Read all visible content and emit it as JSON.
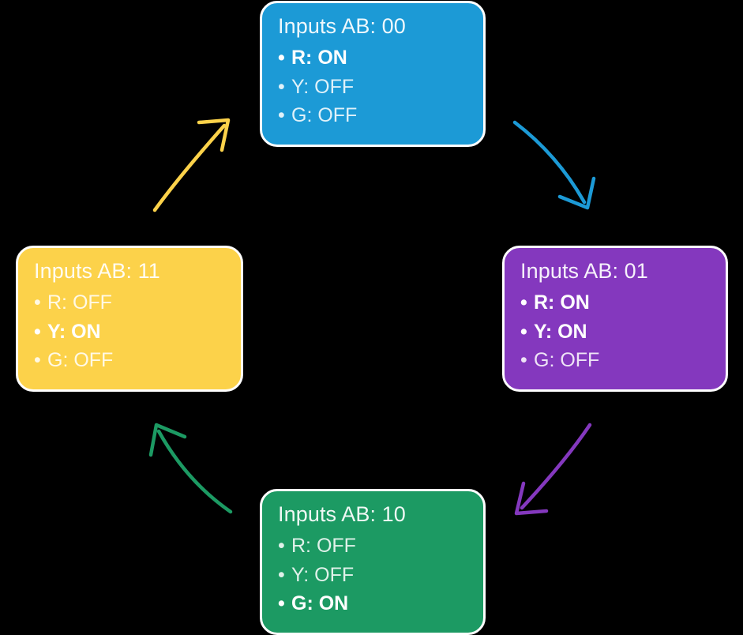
{
  "diagram": {
    "type": "state-transition-cycle",
    "background_color": "#000000",
    "border_color": "#ffffff",
    "states": [
      {
        "id": "state-00",
        "position": "top",
        "title": "Inputs AB: 00",
        "color": "#1c9ad6",
        "signals": [
          {
            "label": "R: ON",
            "name": "R",
            "value": "ON",
            "active": true
          },
          {
            "label": "Y: OFF",
            "name": "Y",
            "value": "OFF",
            "active": false
          },
          {
            "label": "G: OFF",
            "name": "G",
            "value": "OFF",
            "active": false
          }
        ]
      },
      {
        "id": "state-01",
        "position": "right",
        "title": "Inputs AB: 01",
        "color": "#8438be",
        "signals": [
          {
            "label": "R: ON",
            "name": "R",
            "value": "ON",
            "active": true
          },
          {
            "label": "Y: ON",
            "name": "Y",
            "value": "ON",
            "active": true
          },
          {
            "label": "G: OFF",
            "name": "G",
            "value": "OFF",
            "active": false
          }
        ]
      },
      {
        "id": "state-10",
        "position": "bottom",
        "title": "Inputs AB: 10",
        "color": "#1c9a63",
        "signals": [
          {
            "label": "R: OFF",
            "name": "R",
            "value": "OFF",
            "active": false
          },
          {
            "label": "Y: OFF",
            "name": "Y",
            "value": "OFF",
            "active": false
          },
          {
            "label": "G: ON",
            "name": "G",
            "value": "ON",
            "active": true
          }
        ]
      },
      {
        "id": "state-11",
        "position": "left",
        "title": "Inputs AB: 11",
        "color": "#fcd24a",
        "signals": [
          {
            "label": "R: OFF",
            "name": "R",
            "value": "OFF",
            "active": false
          },
          {
            "label": "Y: ON",
            "name": "Y",
            "value": "ON",
            "active": true
          },
          {
            "label": "G: OFF",
            "name": "G",
            "value": "OFF",
            "active": false
          }
        ]
      }
    ],
    "transitions": [
      {
        "id": "arrow-top-to-right",
        "from": "state-00",
        "to": "state-01",
        "color": "#1c9ad6"
      },
      {
        "id": "arrow-right-to-bottom",
        "from": "state-01",
        "to": "state-10",
        "color": "#8438be"
      },
      {
        "id": "arrow-bottom-to-left",
        "from": "state-10",
        "to": "state-11",
        "color": "#1c9a63"
      },
      {
        "id": "arrow-left-to-top",
        "from": "state-11",
        "to": "state-00",
        "color": "#fcd24a"
      }
    ],
    "bullet_glyph": "•"
  }
}
